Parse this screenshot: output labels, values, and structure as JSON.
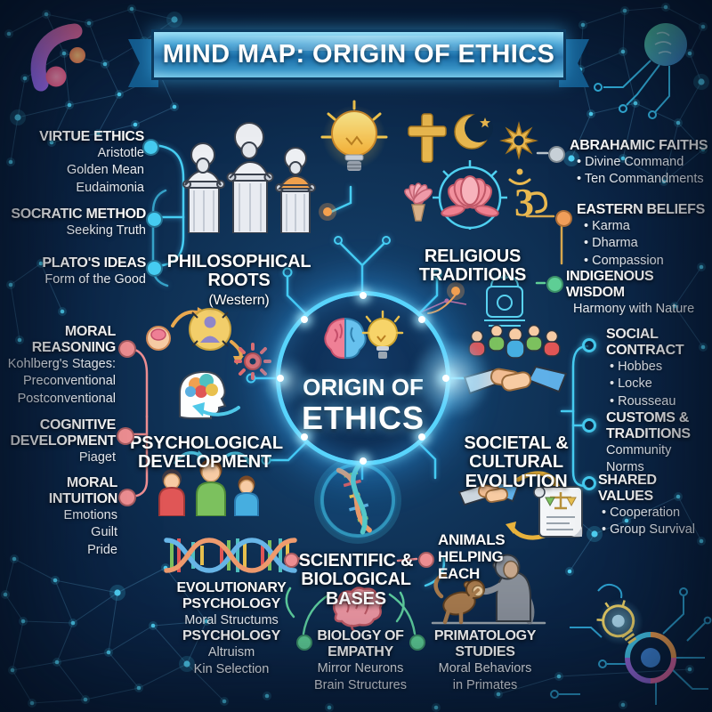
{
  "banner": {
    "title": "MIND MAP: ORIGIN OF ETHICS"
  },
  "center": {
    "line1": "ORIGIN OF",
    "line2": "ETHICS"
  },
  "branches": {
    "philosophical": {
      "title": "PHILOSOPHICAL\nROOTS",
      "subtitle": "(Western)"
    },
    "religious": {
      "title": "RELIGIOUS\nTRADITIONS"
    },
    "psychological": {
      "title": "PSYCHOLOGICAL\nDEVELOPMENT"
    },
    "societal": {
      "title": "SOCIETAL &\nCULTURAL\nEVOLUTION"
    },
    "scientific": {
      "title": "SCIENTIFIC &\nBIOLOGICAL\nBASES"
    }
  },
  "nodes": {
    "virtue_ethics": {
      "title": "VIRTUE ETHICS",
      "lines": [
        "Aristotle",
        "Golden Mean",
        "Eudaimonia"
      ]
    },
    "socratic_method": {
      "title": "SOCRATIC METHOD",
      "lines": [
        "Seeking Truth"
      ]
    },
    "platos_ideas": {
      "title": "PLATO'S IDEAS",
      "lines": [
        "Form of the Good"
      ]
    },
    "abrahamic_faiths": {
      "title": "ABRAHAMIC FAITHS",
      "lines": [
        "• Divine Command",
        "• Ten Commandments"
      ]
    },
    "eastern_beliefs": {
      "title": "EASTERN BELIEFS",
      "lines": [
        "• Karma",
        "• Dharma",
        "• Compassion"
      ]
    },
    "indigenous_wisdom": {
      "title": "INDIGENOUS WISDOM",
      "lines": [
        "Harmony with Nature"
      ]
    },
    "moral_reasoning": {
      "title": "MORAL\nREASONING",
      "lines": [
        "Kohlberg's Stages:",
        "Preconventional",
        "Postconventional"
      ]
    },
    "cognitive_development": {
      "title": "COGNITIVE\nDEVELOPMENT",
      "lines": [
        "Piaget"
      ]
    },
    "moral_intuition": {
      "title": "MORAL\nINTUITION",
      "lines": [
        "Emotions",
        "Guilt",
        "Pride"
      ]
    },
    "social_contract": {
      "title": "SOCIAL\nCONTRACT",
      "lines": [
        "• Hobbes",
        "• Locke",
        "• Rousseau"
      ]
    },
    "customs_traditions": {
      "title": "CUSTOMS &\nTRADITIONS",
      "lines": [
        "Community Norms"
      ]
    },
    "shared_values": {
      "title": "SHARED VALUES",
      "lines": [
        "• Cooperation",
        "• Group Survival"
      ]
    },
    "evolutionary_psychology": {
      "title": "EVOLUTIONARY\nPSYCHOLOGY",
      "lines": [
        "Moral Structums"
      ]
    },
    "psychology": {
      "title": "PSYCHOLOGY",
      "lines": [
        "Altruism",
        "Kin Selection"
      ]
    },
    "biology_of_empathy": {
      "title": "BIOLOGY OF\nEMPATHY",
      "lines": [
        "Mirror Neurons",
        "Brain Structures"
      ]
    },
    "primatology_studies": {
      "title": "PRIMATOLOGY\nSTUDIES",
      "lines": [
        "Moral Behaviors",
        "in Primates"
      ]
    },
    "animals_helping": {
      "title": "ANIMALS\nHELPING\nEACH"
    }
  },
  "icons": {
    "om_glyph": "3"
  },
  "colors": {
    "accent_cyan": "#46cdf2",
    "dot_pink": "#ef8f93",
    "dot_orange": "#f2a05a",
    "dot_green": "#5fcf96",
    "dot_gray": "#c9d2d9",
    "gold": "#e9b84f",
    "banner_blue": "#2e8ec4"
  }
}
